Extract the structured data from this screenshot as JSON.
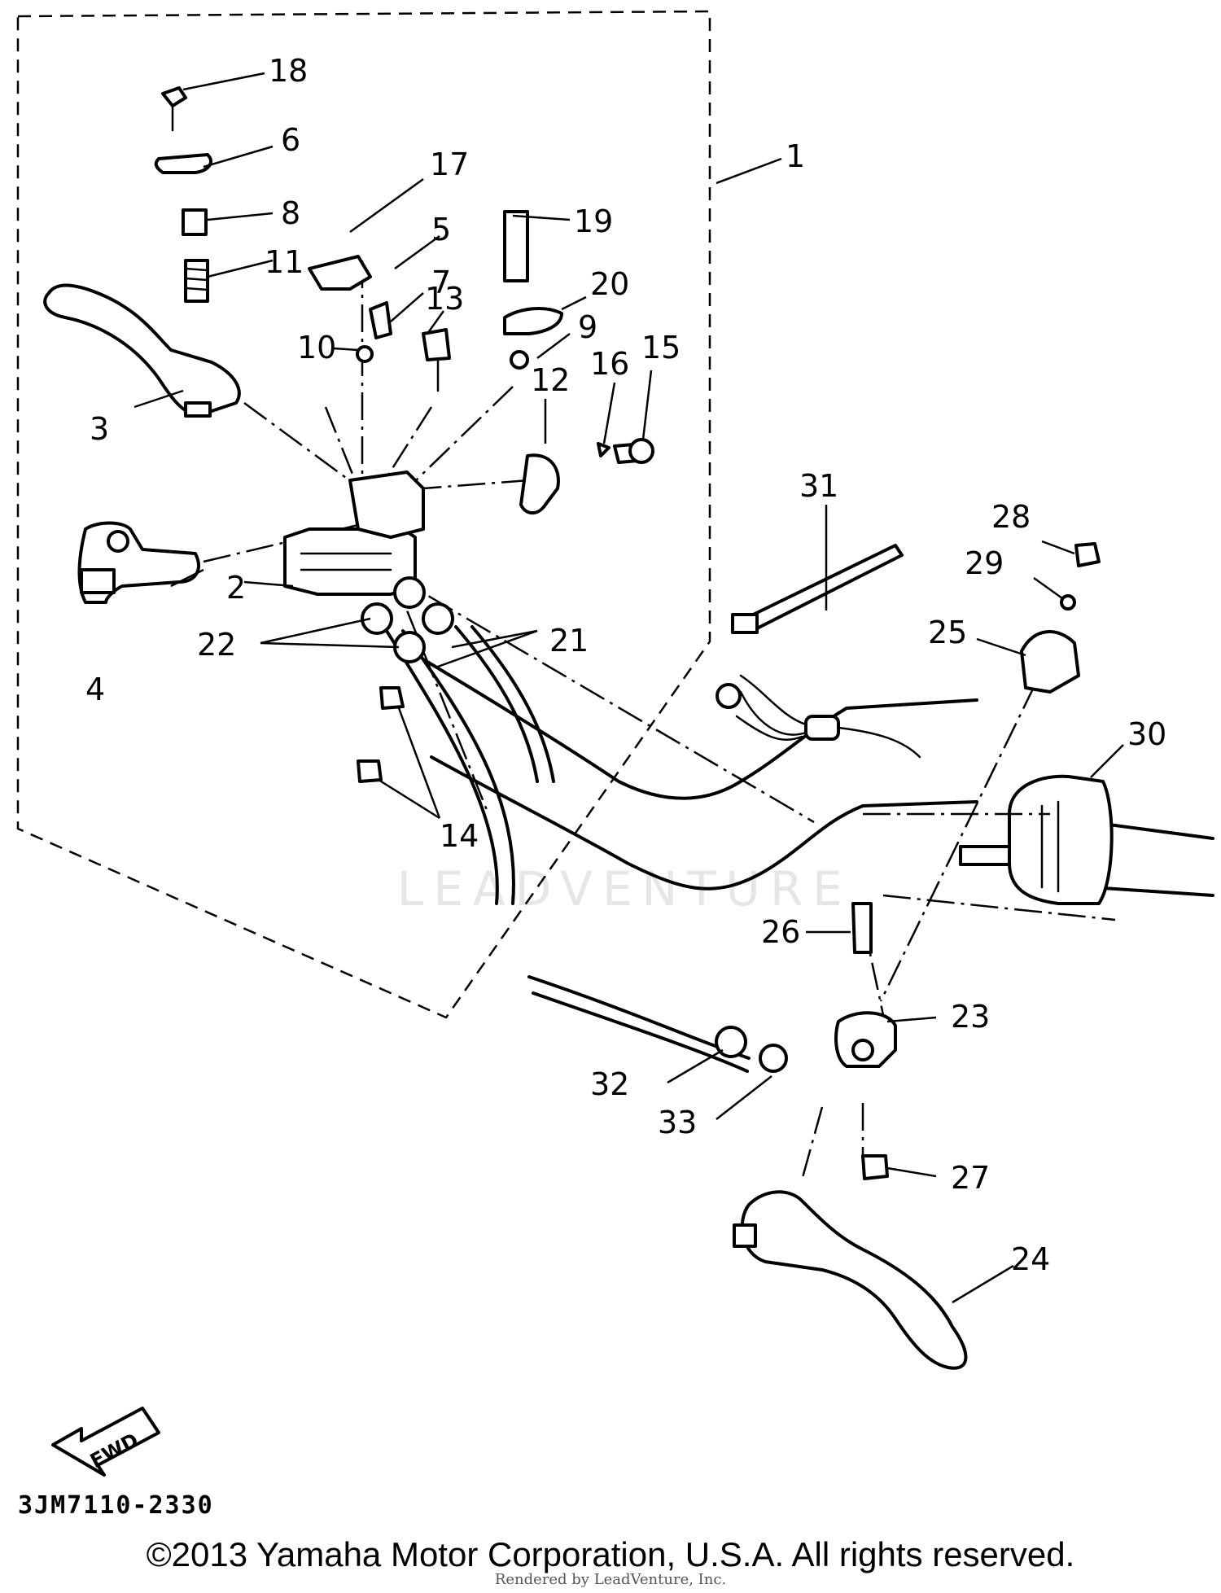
{
  "diagram": {
    "callouts": [
      {
        "id": "1",
        "label": "1"
      },
      {
        "id": "2",
        "label": "2"
      },
      {
        "id": "3",
        "label": "3"
      },
      {
        "id": "4",
        "label": "4"
      },
      {
        "id": "5",
        "label": "5"
      },
      {
        "id": "6",
        "label": "6"
      },
      {
        "id": "7",
        "label": "7"
      },
      {
        "id": "8",
        "label": "8"
      },
      {
        "id": "9",
        "label": "9"
      },
      {
        "id": "10",
        "label": "10"
      },
      {
        "id": "11",
        "label": "11"
      },
      {
        "id": "12",
        "label": "12"
      },
      {
        "id": "13",
        "label": "13"
      },
      {
        "id": "14",
        "label": "14"
      },
      {
        "id": "15",
        "label": "15"
      },
      {
        "id": "16",
        "label": "16"
      },
      {
        "id": "17",
        "label": "17"
      },
      {
        "id": "18",
        "label": "18"
      },
      {
        "id": "19",
        "label": "19"
      },
      {
        "id": "20",
        "label": "20"
      },
      {
        "id": "21",
        "label": "21"
      },
      {
        "id": "22",
        "label": "22"
      },
      {
        "id": "23",
        "label": "23"
      },
      {
        "id": "24",
        "label": "24"
      },
      {
        "id": "25",
        "label": "25"
      },
      {
        "id": "26",
        "label": "26"
      },
      {
        "id": "27",
        "label": "27"
      },
      {
        "id": "28",
        "label": "28"
      },
      {
        "id": "29",
        "label": "29"
      },
      {
        "id": "30",
        "label": "30"
      },
      {
        "id": "31",
        "label": "31"
      },
      {
        "id": "32",
        "label": "32"
      },
      {
        "id": "33",
        "label": "33"
      }
    ],
    "fwd_label": "FWD",
    "watermark": "LEADVENTURE",
    "diagram_code": "3JM7110-2330",
    "copyright": "©2013 Yamaha Motor Corporation, U.S.A. All rights reserved.",
    "rendered_by": "Rendered by LeadVenture, Inc."
  }
}
